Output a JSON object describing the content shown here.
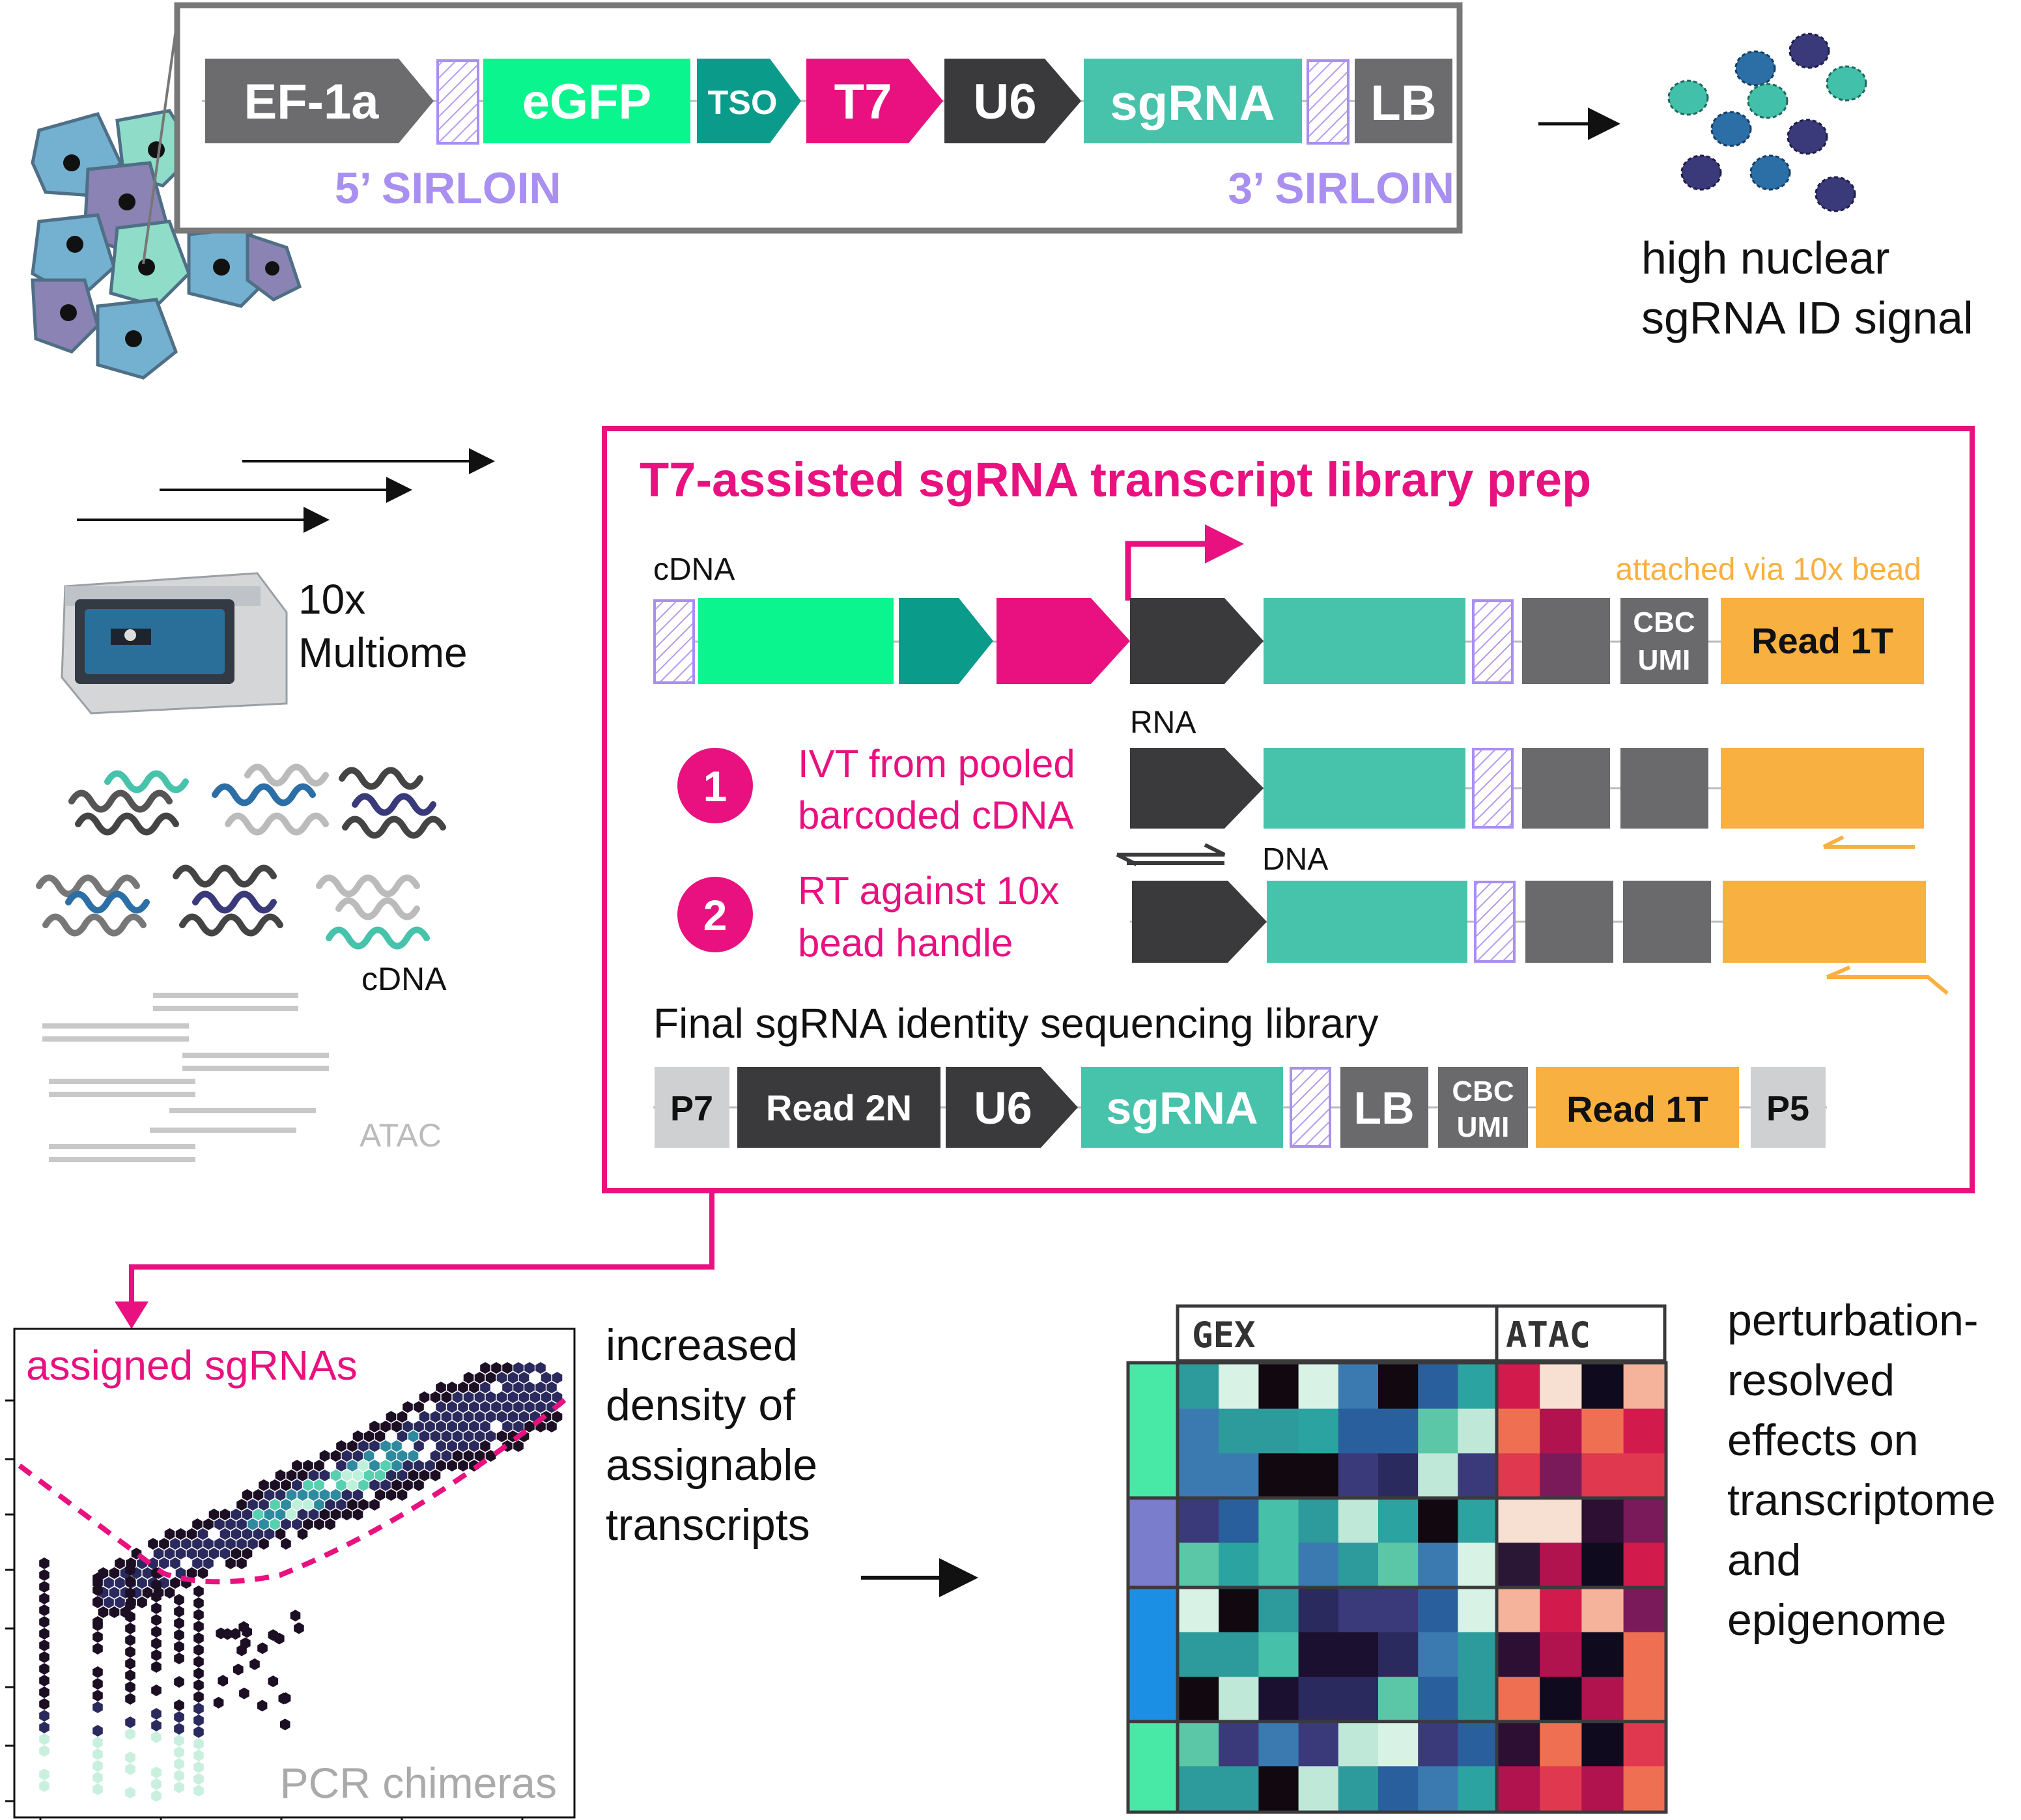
{
  "construct": {
    "elements": [
      "EF-1a",
      "eGFP",
      "TSO",
      "T7",
      "U6",
      "sgRNA",
      "LB"
    ],
    "label_5prime": "5’ SIRLOIN",
    "label_3prime": "3’ SIRLOIN"
  },
  "nuclear_signal": {
    "line1": "high nuclear",
    "line2": "sgRNA ID signal"
  },
  "multiome": {
    "line1": "10x",
    "line2": "Multiome",
    "cdna_label": "cDNA",
    "atac_label": "ATAC"
  },
  "library_prep": {
    "title": "T7-assisted sgRNA transcript library prep",
    "cdna_label": "cDNA",
    "attached_label": "attached via 10x bead",
    "cbc": "CBC",
    "umi": "UMI",
    "read1t": "Read 1T",
    "rna_label": "RNA",
    "dna_label": "DNA",
    "step1_num": "1",
    "step1_line1": "IVT from pooled",
    "step1_line2": "barcoded cDNA",
    "step2_num": "2",
    "step2_line1": "RT against 10x",
    "step2_line2": "bead handle",
    "final_title": "Final sgRNA identity sequencing library",
    "final_elements": [
      "P7",
      "Read 2N",
      "U6",
      "sgRNA",
      "LB",
      "CBC",
      "UMI",
      "Read 1T",
      "P5"
    ]
  },
  "scatter": {
    "assigned_label": "assigned sgRNAs",
    "chimeras_label": "PCR chimeras"
  },
  "density_text": {
    "line1": "increased",
    "line2": "density of",
    "line3": "assignable",
    "line4": "transcripts"
  },
  "heatmap": {
    "gex_label": "GEX",
    "atac_label": "ATAC"
  },
  "effects_text": {
    "line1": "perturbation-",
    "line2": "resolved",
    "line3": "effects on",
    "line4": "transcriptome",
    "line5": "and",
    "line6": "epigenome"
  },
  "colors": {
    "magenta": "#e8117f",
    "egfp": "#0af58d",
    "teal": "#47c2ab",
    "tso": "#0a9b8a",
    "dark": "#3a3a3c",
    "grey": "#6a6a6d",
    "orange": "#f8b040",
    "lavender": "#a98ff0"
  }
}
